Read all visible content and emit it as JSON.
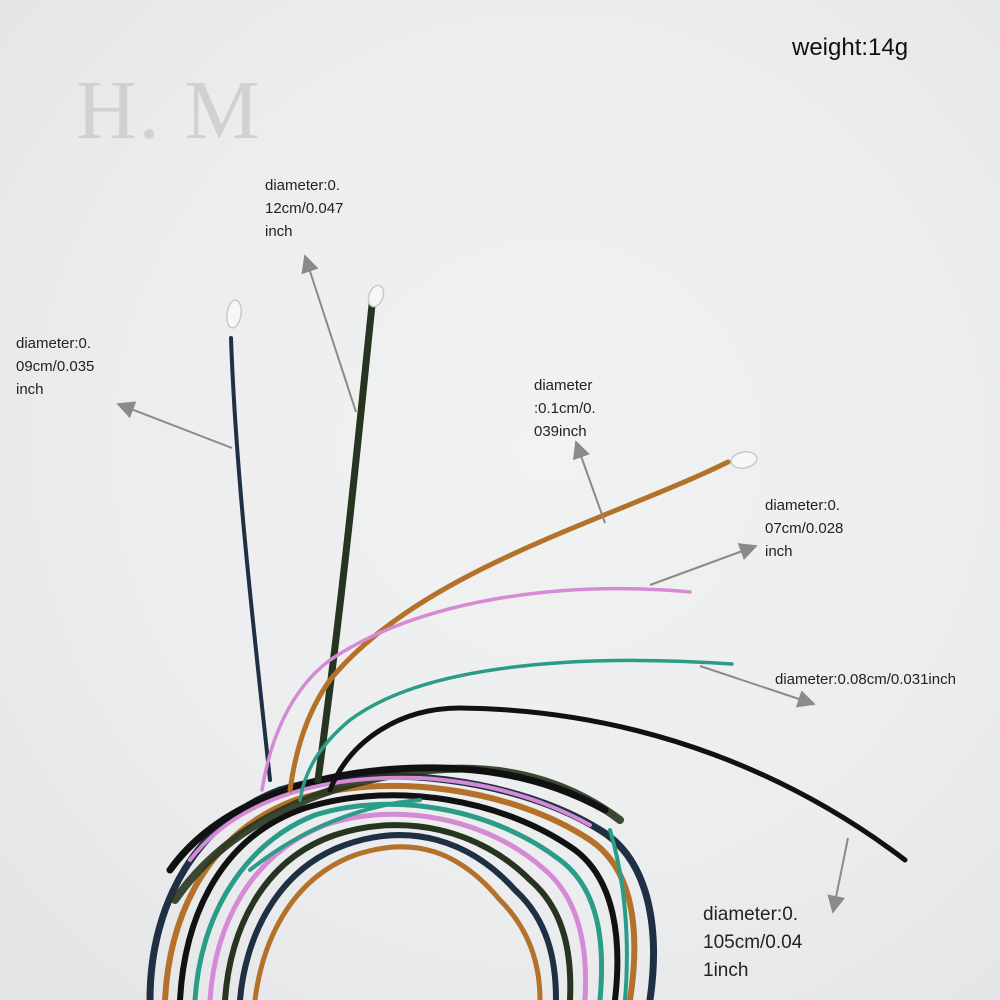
{
  "watermark": "H. M",
  "weight": "weight:14g",
  "labels": {
    "d009": "diameter:0.\n09cm/0.035\ninch",
    "d012": "diameter:0.\n12cm/0.047\ninch",
    "d010": "diameter\n:0.1cm/0.\n039inch",
    "d007": "diameter:0.\n07cm/0.028\ninch",
    "d008": "diameter:0.08cm/0.031inch",
    "d0105": "diameter:0.\n105cm/0.04\n1inch"
  },
  "colors": {
    "navy": "#1f2f44",
    "dark_green": "#26351f",
    "copper": "#b3712a",
    "pink": "#d58ad6",
    "teal": "#2a9c87",
    "black": "#111111",
    "arrow": "#8a8a8a"
  }
}
